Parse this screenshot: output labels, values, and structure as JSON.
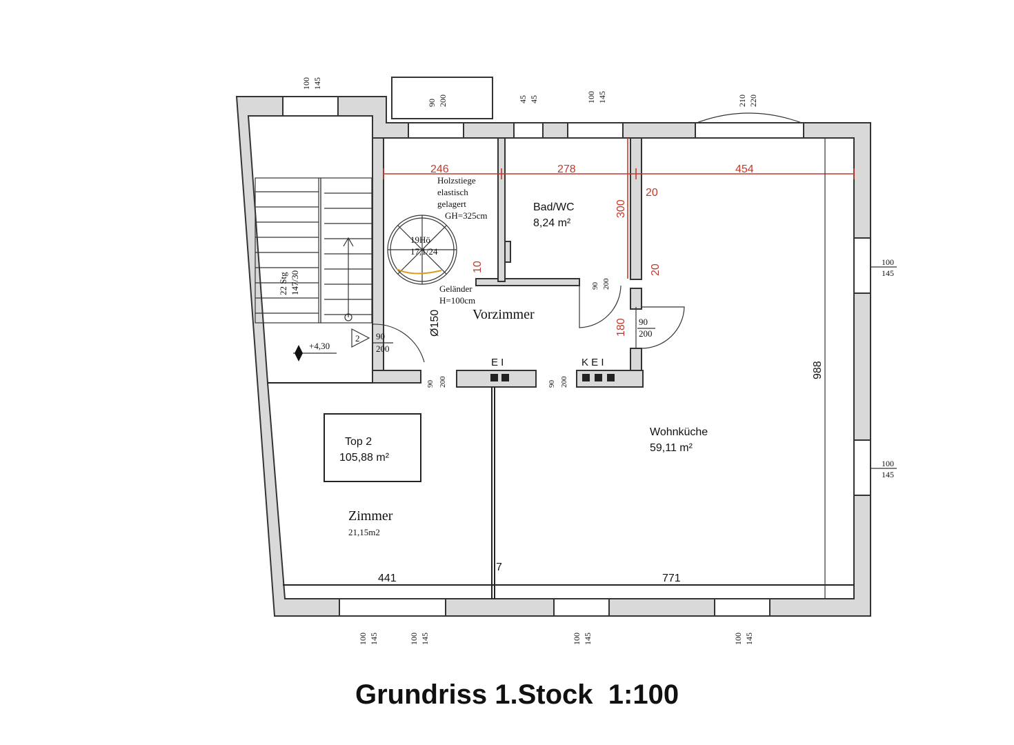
{
  "title": "Grundriss 1.Stock  1:100",
  "rooms": {
    "bad": {
      "name": "Bad/WC",
      "area": "8,24 m²"
    },
    "wohnkueche": {
      "name": "Wohnküche",
      "area": "59,11 m²"
    },
    "zimmer": {
      "name": "Zimmer",
      "area": "21,15m2"
    },
    "vorzimmer": {
      "name": "Vorzimmer"
    },
    "top": {
      "name": "Top 2",
      "area": "105,88 m²"
    }
  },
  "stair_note": {
    "line1": "Holzstiege",
    "line2": "elastisch",
    "line3": "gelagert",
    "line4": "GH=325cm",
    "steps": "19Hö",
    "ratio": "17,1/24",
    "railing1": "Geländer",
    "railing2": "H=100cm",
    "diameter": "Ø150"
  },
  "main_stair": {
    "count": "22 Stg",
    "ratio": "147/30",
    "level": "+4,30",
    "door_no": "2",
    "door_w": "90",
    "door_h": "200"
  },
  "dims": {
    "d246": "246",
    "d278": "278",
    "d454": "454",
    "d300": "300",
    "d20a": "20",
    "d20b": "20",
    "d10": "10",
    "d180": "180",
    "d988": "988",
    "d441": "441",
    "d771": "771",
    "d7": "7"
  },
  "windows": {
    "top1": [
      "100",
      "145"
    ],
    "top2": [
      "90",
      "200"
    ],
    "top3": [
      "45",
      "45"
    ],
    "top4": [
      "100",
      "145"
    ],
    "top5": [
      "210",
      "220"
    ],
    "right1": [
      "100",
      "145"
    ],
    "right2": [
      "100",
      "145"
    ],
    "bot1": [
      "100",
      "145"
    ],
    "bot2": [
      "100",
      "145"
    ],
    "bot3": [
      "100",
      "145"
    ],
    "bot4": [
      "100",
      "145"
    ]
  },
  "doors": {
    "bad": [
      "90",
      "200"
    ],
    "kitchen": [
      "90",
      "200"
    ],
    "hall1": [
      "90",
      "200"
    ],
    "hall2": [
      "90",
      "200"
    ]
  },
  "installations": {
    "ei1": "E I",
    "kei": "K E I"
  }
}
